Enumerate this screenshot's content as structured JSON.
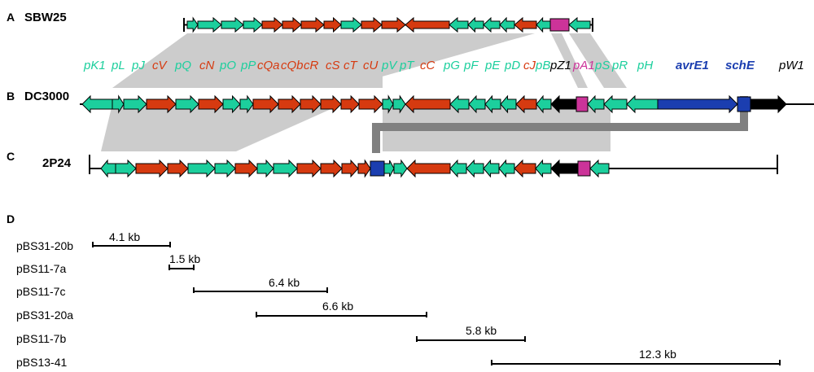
{
  "colors": {
    "teal": "#1ccf9d",
    "red": "#d63a10",
    "magenta": "#cc3399",
    "black": "#000000",
    "blue": "#1b3eb0",
    "gray": "#cccccc",
    "darkgray": "#808080"
  },
  "panels": {
    "A": "A",
    "B": "B",
    "C": "C",
    "D": "D"
  },
  "strains": {
    "sbw25": "SBW25",
    "dc3000": "DC3000",
    "p2p24": "2P24"
  },
  "gene_labels": [
    {
      "text": "pK1",
      "color": "teal"
    },
    {
      "text": "pL",
      "color": "teal"
    },
    {
      "text": "pJ",
      "color": "teal"
    },
    {
      "text": "cV",
      "color": "red"
    },
    {
      "text": "pQ",
      "color": "teal"
    },
    {
      "text": "cN",
      "color": "red"
    },
    {
      "text": "pO",
      "color": "teal"
    },
    {
      "text": "pP",
      "color": "teal"
    },
    {
      "text": "cQa",
      "color": "red"
    },
    {
      "text": "cQb",
      "color": "red"
    },
    {
      "text": "cR",
      "color": "red"
    },
    {
      "text": "cS",
      "color": "red"
    },
    {
      "text": "cT",
      "color": "red"
    },
    {
      "text": "cU",
      "color": "red"
    },
    {
      "text": "pV",
      "color": "teal"
    },
    {
      "text": "pT",
      "color": "teal"
    },
    {
      "text": "cC",
      "color": "red"
    },
    {
      "text": "pG",
      "color": "teal"
    },
    {
      "text": "pF",
      "color": "teal"
    },
    {
      "text": "pE",
      "color": "teal"
    },
    {
      "text": "pD",
      "color": "teal"
    },
    {
      "text": "cJ",
      "color": "red"
    },
    {
      "text": "pB",
      "color": "teal"
    },
    {
      "text": "pZ1",
      "color": "black"
    },
    {
      "text": "pA1",
      "color": "magenta"
    },
    {
      "text": "pS",
      "color": "teal"
    },
    {
      "text": "pR",
      "color": "teal"
    },
    {
      "text": "pH",
      "color": "teal"
    },
    {
      "text": "avrE1",
      "color": "blue"
    },
    {
      "text": "schE",
      "color": "blue"
    },
    {
      "text": "pW1",
      "color": "black"
    }
  ],
  "rows": {
    "sbw25": [
      {
        "c": "teal",
        "d": "r"
      },
      {
        "c": "teal",
        "d": "r"
      },
      {
        "c": "teal",
        "d": "r"
      },
      {
        "c": "teal",
        "d": "r"
      },
      {
        "c": "red",
        "d": "r"
      },
      {
        "c": "red",
        "d": "r"
      },
      {
        "c": "red",
        "d": "r"
      },
      {
        "c": "red",
        "d": "r"
      },
      {
        "c": "teal",
        "d": "r"
      },
      {
        "c": "red",
        "d": "r"
      },
      {
        "c": "red",
        "d": "r"
      },
      {
        "c": "red",
        "d": "l"
      },
      {
        "c": "teal",
        "d": "l"
      },
      {
        "c": "teal",
        "d": "l"
      },
      {
        "c": "teal",
        "d": "l"
      },
      {
        "c": "teal",
        "d": "l"
      },
      {
        "c": "red",
        "d": "l"
      },
      {
        "c": "teal",
        "d": "l"
      },
      {
        "c": "magenta",
        "d": "n"
      },
      {
        "c": "teal",
        "d": "l"
      }
    ],
    "dc3000": [
      {
        "c": "teal",
        "d": "l"
      },
      {
        "c": "teal",
        "d": "r"
      },
      {
        "c": "teal",
        "d": "r"
      },
      {
        "c": "red",
        "d": "r"
      },
      {
        "c": "teal",
        "d": "r"
      },
      {
        "c": "red",
        "d": "r"
      },
      {
        "c": "teal",
        "d": "r"
      },
      {
        "c": "teal",
        "d": "r"
      },
      {
        "c": "red",
        "d": "r"
      },
      {
        "c": "red",
        "d": "r"
      },
      {
        "c": "red",
        "d": "r"
      },
      {
        "c": "red",
        "d": "r"
      },
      {
        "c": "red",
        "d": "r"
      },
      {
        "c": "red",
        "d": "r"
      },
      {
        "c": "teal",
        "d": "r"
      },
      {
        "c": "teal",
        "d": "r"
      },
      {
        "c": "red",
        "d": "l"
      },
      {
        "c": "teal",
        "d": "l"
      },
      {
        "c": "teal",
        "d": "l"
      },
      {
        "c": "teal",
        "d": "l"
      },
      {
        "c": "teal",
        "d": "l"
      },
      {
        "c": "red",
        "d": "l"
      },
      {
        "c": "teal",
        "d": "l"
      },
      {
        "c": "black",
        "d": "l"
      },
      {
        "c": "magenta",
        "d": "n"
      },
      {
        "c": "teal",
        "d": "l"
      },
      {
        "c": "teal",
        "d": "l"
      },
      {
        "c": "teal",
        "d": "l"
      },
      {
        "c": "blue",
        "d": "r"
      },
      {
        "c": "blue",
        "d": "n"
      },
      {
        "c": "black",
        "d": "r"
      }
    ],
    "p2p24": [
      {
        "c": "teal",
        "d": "l"
      },
      {
        "c": "teal",
        "d": "r"
      },
      {
        "c": "red",
        "d": "r"
      },
      {
        "c": "red",
        "d": "r"
      },
      {
        "c": "teal",
        "d": "r"
      },
      {
        "c": "teal",
        "d": "r"
      },
      {
        "c": "red",
        "d": "r"
      },
      {
        "c": "teal",
        "d": "r"
      },
      {
        "c": "teal",
        "d": "r"
      },
      {
        "c": "red",
        "d": "r"
      },
      {
        "c": "red",
        "d": "r"
      },
      {
        "c": "red",
        "d": "r"
      },
      {
        "c": "red",
        "d": "r"
      },
      {
        "c": "blue",
        "d": "n"
      },
      {
        "c": "teal",
        "d": "r"
      },
      {
        "c": "teal",
        "d": "r"
      },
      {
        "c": "red",
        "d": "l"
      },
      {
        "c": "teal",
        "d": "l"
      },
      {
        "c": "teal",
        "d": "l"
      },
      {
        "c": "teal",
        "d": "l"
      },
      {
        "c": "teal",
        "d": "l"
      },
      {
        "c": "red",
        "d": "l"
      },
      {
        "c": "teal",
        "d": "l"
      },
      {
        "c": "black",
        "d": "l"
      },
      {
        "c": "magenta",
        "d": "n"
      },
      {
        "c": "teal",
        "d": "l"
      }
    ]
  },
  "clones": [
    {
      "name": "pBS31-20b",
      "size": "4.1 kb"
    },
    {
      "name": "pBS11-7a",
      "size": "1.5 kb"
    },
    {
      "name": "pBS11-7c",
      "size": "6.4 kb"
    },
    {
      "name": "pBS31-20a",
      "size": "6.6 kb"
    },
    {
      "name": "pBS11-7b",
      "size": "5.8 kb"
    },
    {
      "name": "pBS13-41",
      "size": "12.3 kb"
    }
  ]
}
